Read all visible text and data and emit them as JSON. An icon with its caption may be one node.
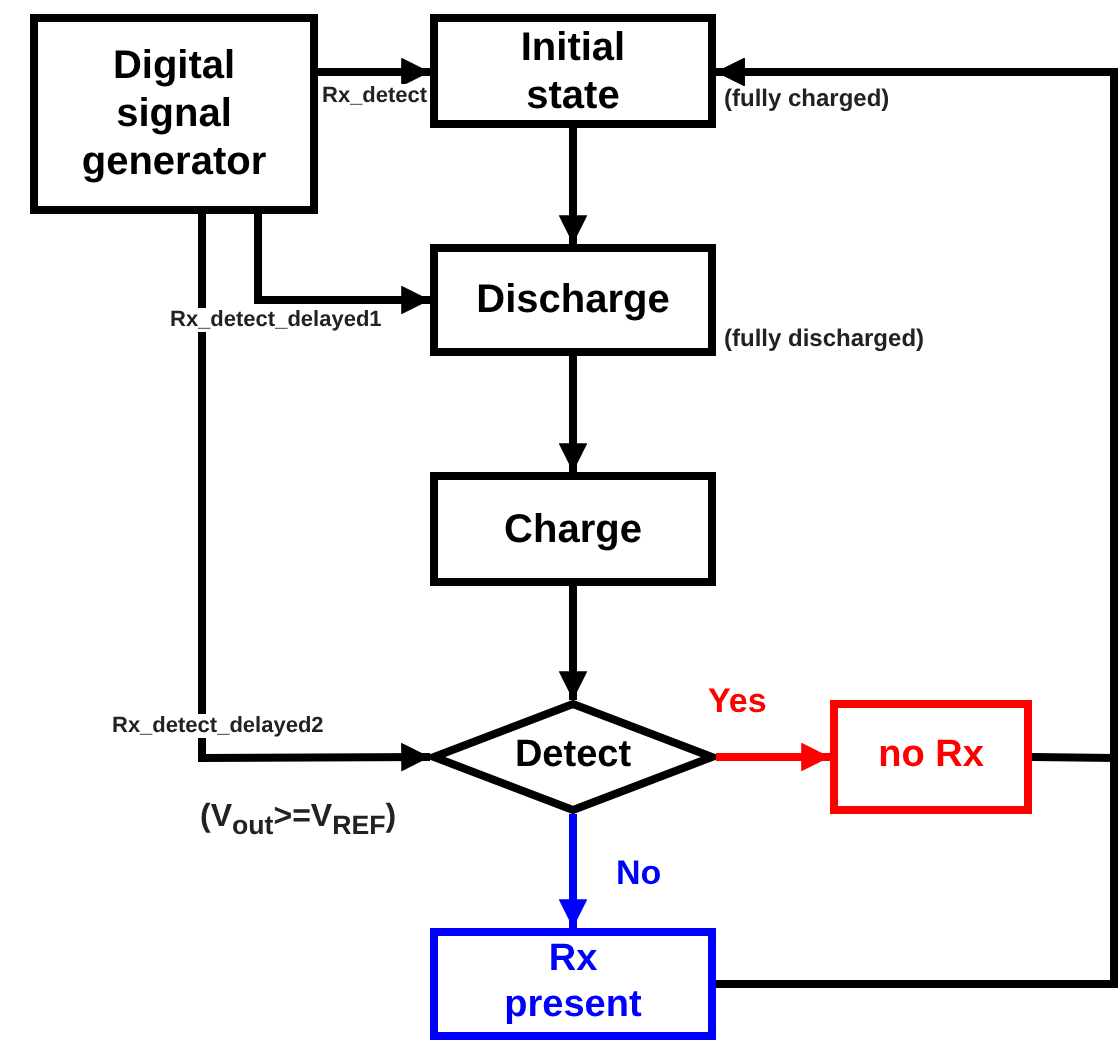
{
  "diagram": {
    "nodes": [
      {
        "text": [
          "Digital signal generator"
        ]
      },
      {
        "text": [
          "Initial state"
        ],
        "beside": [
          "(fully charged)"
        ]
      },
      {
        "text": [
          "Discharge"
        ],
        "beside": [
          "(fully discharged)"
        ]
      },
      {
        "text": [
          "Charge"
        ]
      },
      {
        "text": [
          "Detect"
        ],
        "beside": [
          "(V$_{out}$>=V$_{REF}$)"
        ]
      },
      {
        "text": [
          "no Rx"
        ]
      },
      {
        "text": [
          "Rx present"
        ]
      }
    ],
    "edges": [
      {
        "from": 0,
        "to": 1,
        "arrow": "to",
        "label": "Rx_detect"
      },
      {
        "from": 0,
        "to": 2,
        "arrow": "to",
        "label": "Rx_detect_delayed1"
      },
      {
        "from": 0,
        "to": 4,
        "arrow": "to",
        "label": "Rx_detect_delayed2"
      },
      {
        "from": 1,
        "to": 2,
        "arrow": "to"
      },
      {
        "from": 2,
        "to": 3,
        "arrow": "to"
      },
      {
        "from": 3,
        "to": 4,
        "arrow": "to"
      },
      {
        "from": 4,
        "to": 5,
        "arrow": "to",
        "label": "Yes",
        "color": "#ff0000"
      },
      {
        "from": 4,
        "to": 6,
        "arrow": "to",
        "label": "No",
        "color": "#0000ff"
      },
      {
        "from": 5,
        "to": 1,
        "arrow": "to"
      },
      {
        "from": 6,
        "to": 1,
        "arrow": "to"
      }
    ]
  }
}
